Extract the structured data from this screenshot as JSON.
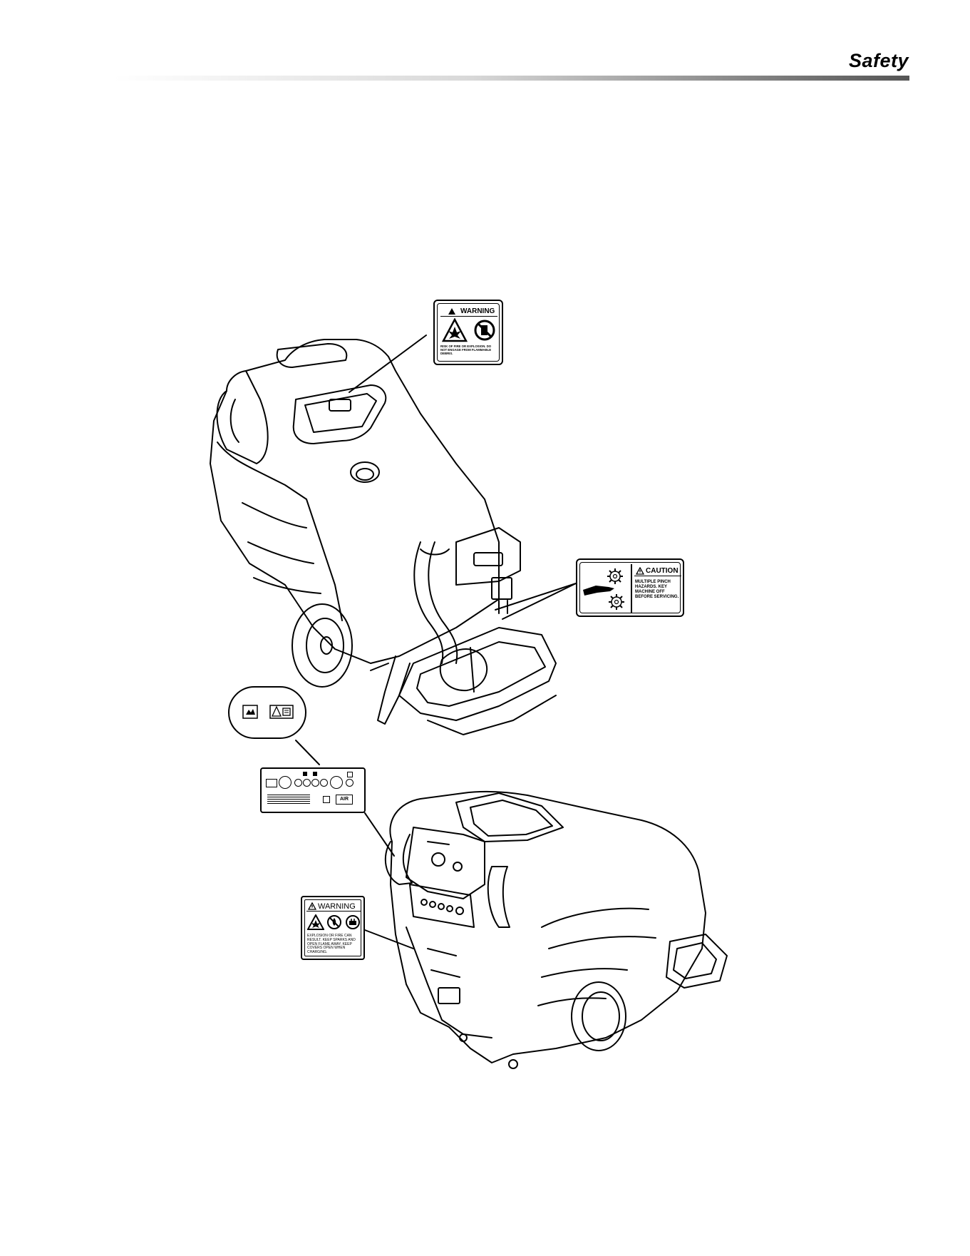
{
  "header": {
    "section_title": "Safety"
  },
  "labels": {
    "fuel_warning": {
      "heading": "WARNING",
      "text": "RISK OF FIRE OR EXPLOSION. DO NOT ENGAGE FROM FLAMMABLE DEBRIS."
    },
    "pinch_caution": {
      "heading": "CAUTION",
      "text": "MULTIPLE PINCH HAZARDS. KEY MACHINE OFF BEFORE SERVICING."
    },
    "panel": {
      "button_text": "AIR"
    },
    "battery_warning": {
      "heading": "WARNING",
      "text": "EXPLOSION OR FIRE CAN RESULT. KEEP SPARKS AND OPEN FLAME AWAY. KEEP COVERS OPEN WHEN CHARGING."
    }
  },
  "icons": [
    "warning-triangle-icon",
    "explosion-icon",
    "no-fuel-icon",
    "gear-icon",
    "hand-pinch-icon",
    "read-manual-icon",
    "no-flame-icon",
    "charger-icon"
  ]
}
